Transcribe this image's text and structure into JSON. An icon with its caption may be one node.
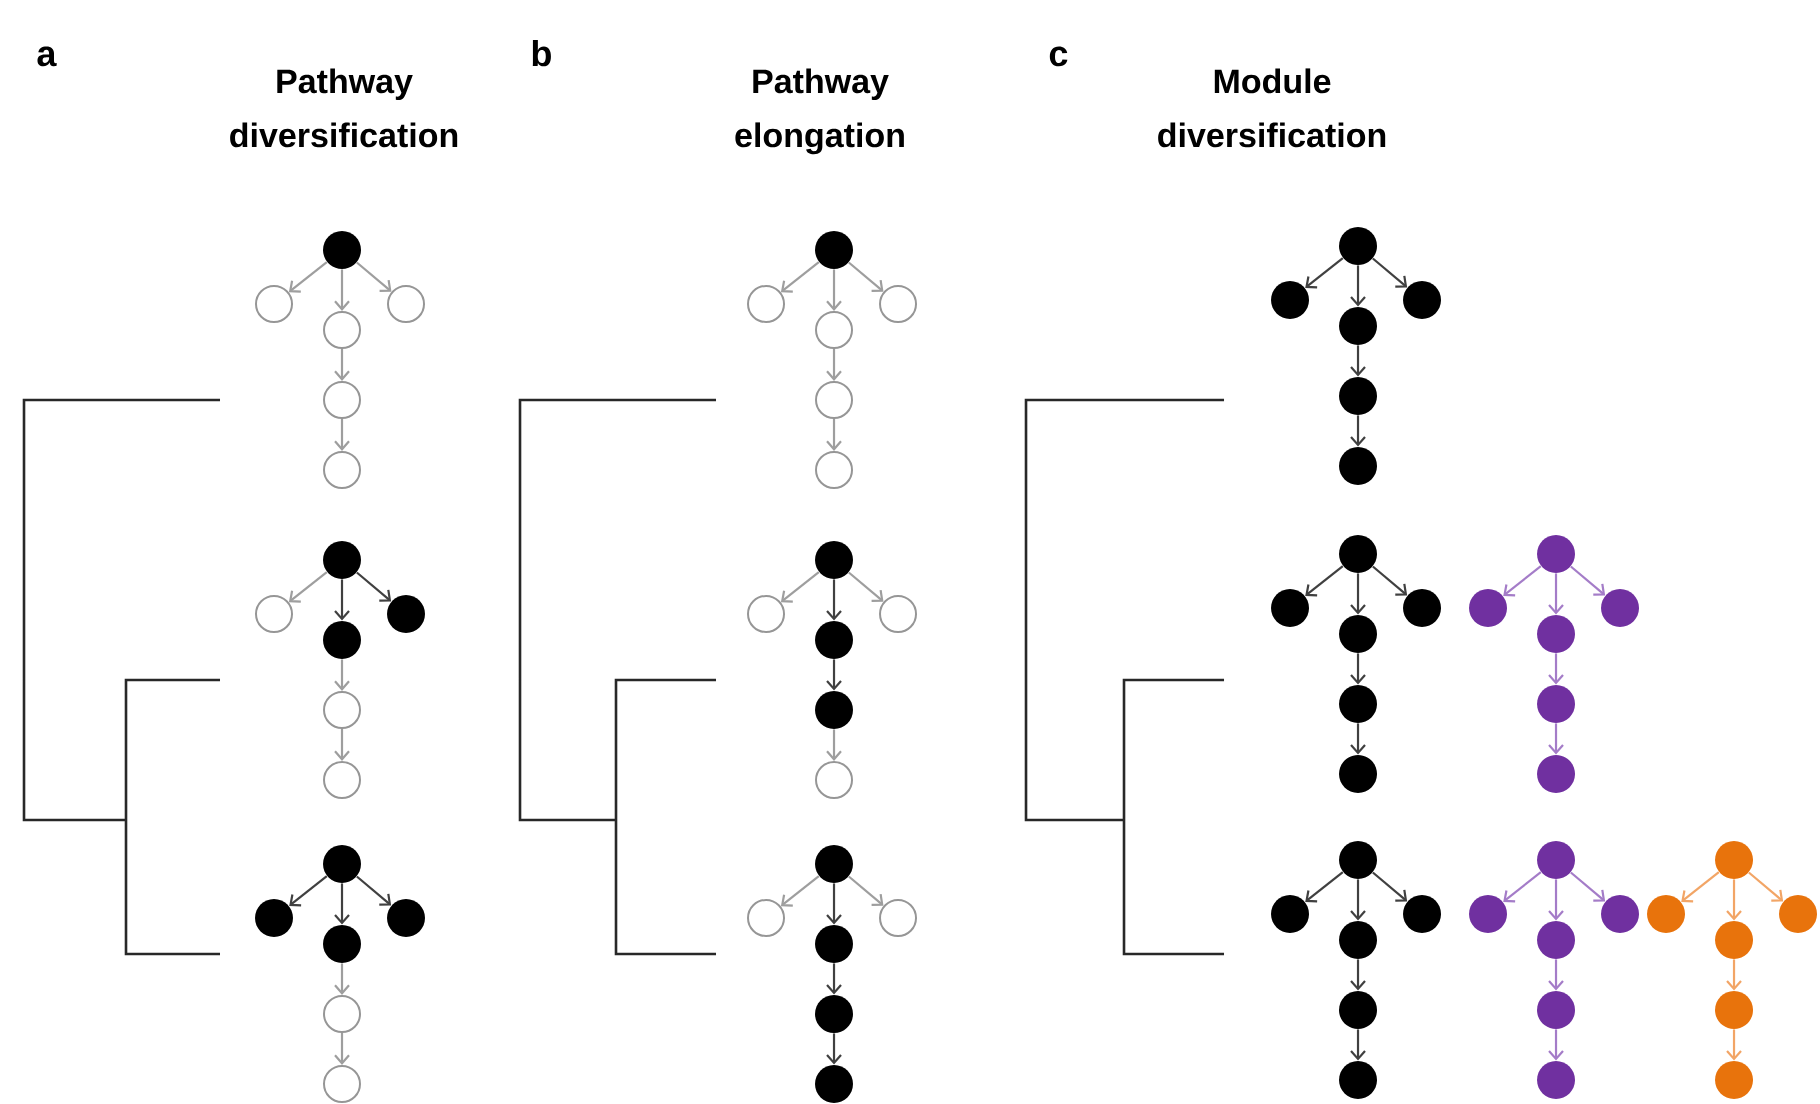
{
  "diagram": {
    "nodes": [
      {
        "text": [],
        "shape": "dot"
      },
      {
        "text": [],
        "shape": "circle"
      },
      {
        "text": [],
        "shape": "circle"
      },
      {
        "text": [],
        "shape": "circle"
      },
      {
        "text": [],
        "shape": "circle"
      },
      {
        "text": [],
        "shape": "circle"
      },
      {
        "text": [],
        "shape": "dot"
      },
      {
        "text": [],
        "shape": "circle"
      },
      {
        "text": [],
        "shape": "dot"
      },
      {
        "text": [],
        "shape": "dot"
      },
      {
        "text": [],
        "shape": "circle"
      },
      {
        "text": [],
        "shape": "circle"
      },
      {
        "text": [],
        "shape": "dot"
      },
      {
        "text": [],
        "shape": "dot"
      },
      {
        "text": [],
        "shape": "dot"
      },
      {
        "text": [],
        "shape": "dot"
      },
      {
        "text": [],
        "shape": "circle"
      },
      {
        "text": [],
        "shape": "circle"
      },
      {
        "text": [],
        "shape": "dot"
      },
      {
        "text": [],
        "shape": "circle"
      },
      {
        "text": [],
        "shape": "circle"
      },
      {
        "text": [],
        "shape": "circle"
      },
      {
        "text": [],
        "shape": "circle"
      },
      {
        "text": [],
        "shape": "circle"
      },
      {
        "text": [],
        "shape": "dot"
      },
      {
        "text": [],
        "shape": "circle"
      },
      {
        "text": [],
        "shape": "dot"
      },
      {
        "text": [],
        "shape": "circle"
      },
      {
        "text": [],
        "shape": "dot"
      },
      {
        "text": [],
        "shape": "circle"
      },
      {
        "text": [],
        "shape": "dot"
      },
      {
        "text": [],
        "shape": "circle"
      },
      {
        "text": [],
        "shape": "dot"
      },
      {
        "text": [],
        "shape": "circle"
      },
      {
        "text": [],
        "shape": "dot"
      },
      {
        "text": [],
        "shape": "dot"
      },
      {
        "text": [],
        "shape": "dot"
      },
      {
        "text": [],
        "shape": "dot"
      },
      {
        "text": [],
        "shape": "dot"
      },
      {
        "text": [],
        "shape": "dot"
      },
      {
        "text": [],
        "shape": "dot"
      },
      {
        "text": [],
        "shape": "dot"
      },
      {
        "text": [],
        "shape": "dot"
      },
      {
        "text": [],
        "shape": "dot"
      },
      {
        "text": [],
        "shape": "dot"
      },
      {
        "text": [],
        "shape": "dot"
      },
      {
        "text": [],
        "shape": "dot"
      },
      {
        "text": [],
        "shape": "dot"
      },
      {
        "text": [],
        "shape": "dot"
      },
      {
        "text": [],
        "shape": "dot"
      },
      {
        "text": [],
        "shape": "dot"
      },
      {
        "text": [],
        "shape": "dot"
      },
      {
        "text": [],
        "shape": "dot"
      },
      {
        "text": [],
        "shape": "dot"
      },
      {
        "text": [],
        "shape": "dot"
      },
      {
        "text": [],
        "shape": "dot"
      },
      {
        "text": [],
        "shape": "dot"
      },
      {
        "text": [],
        "shape": "dot"
      },
      {
        "text": [],
        "shape": "dot"
      },
      {
        "text": [],
        "shape": "dot"
      },
      {
        "text": [],
        "shape": "dot"
      },
      {
        "text": [],
        "shape": "dot"
      },
      {
        "text": [],
        "shape": "dot"
      },
      {
        "text": [],
        "shape": "dot"
      },
      {
        "text": [],
        "shape": "dot"
      },
      {
        "text": [],
        "shape": "dot"
      },
      {
        "text": [],
        "shape": "dot"
      },
      {
        "text": [],
        "shape": "dot"
      },
      {
        "text": [],
        "shape": "dot"
      },
      {
        "text": [],
        "shape": "dot"
      },
      {
        "text": [],
        "shape": "dot"
      },
      {
        "text": [],
        "shape": "dot"
      }
    ],
    "edges": [
      {
        "from": 0,
        "to": 1,
        "arrow": "to",
        "color": "#9e9e9e"
      },
      {
        "from": 0,
        "to": 2,
        "arrow": "to",
        "color": "#9e9e9e"
      },
      {
        "from": 0,
        "to": 3,
        "arrow": "to",
        "color": "#9e9e9e"
      },
      {
        "from": 2,
        "to": 4,
        "arrow": "to",
        "color": "#9e9e9e"
      },
      {
        "from": 4,
        "to": 5,
        "arrow": "to",
        "color": "#9e9e9e"
      },
      {
        "from": 6,
        "to": 7,
        "arrow": "to",
        "color": "#9e9e9e"
      },
      {
        "from": 6,
        "to": 8,
        "arrow": "to"
      },
      {
        "from": 6,
        "to": 9,
        "arrow": "to"
      },
      {
        "from": 8,
        "to": 10,
        "arrow": "to",
        "color": "#9e9e9e"
      },
      {
        "from": 10,
        "to": 11,
        "arrow": "to",
        "color": "#9e9e9e"
      },
      {
        "from": 12,
        "to": 13,
        "arrow": "to"
      },
      {
        "from": 12,
        "to": 14,
        "arrow": "to"
      },
      {
        "from": 12,
        "to": 15,
        "arrow": "to"
      },
      {
        "from": 14,
        "to": 16,
        "arrow": "to",
        "color": "#9e9e9e"
      },
      {
        "from": 16,
        "to": 17,
        "arrow": "to",
        "color": "#9e9e9e"
      },
      {
        "from": 18,
        "to": 19,
        "arrow": "to",
        "color": "#9e9e9e"
      },
      {
        "from": 18,
        "to": 20,
        "arrow": "to",
        "color": "#9e9e9e"
      },
      {
        "from": 18,
        "to": 21,
        "arrow": "to",
        "color": "#9e9e9e"
      },
      {
        "from": 20,
        "to": 22,
        "arrow": "to",
        "color": "#9e9e9e"
      },
      {
        "from": 22,
        "to": 23,
        "arrow": "to",
        "color": "#9e9e9e"
      },
      {
        "from": 24,
        "to": 25,
        "arrow": "to",
        "color": "#9e9e9e"
      },
      {
        "from": 24,
        "to": 26,
        "arrow": "to"
      },
      {
        "from": 24,
        "to": 27,
        "arrow": "to",
        "color": "#9e9e9e"
      },
      {
        "from": 26,
        "to": 28,
        "arrow": "to"
      },
      {
        "from": 28,
        "to": 29,
        "arrow": "to",
        "color": "#9e9e9e"
      },
      {
        "from": 30,
        "to": 31,
        "arrow": "to",
        "color": "#9e9e9e"
      },
      {
        "from": 30,
        "to": 32,
        "arrow": "to"
      },
      {
        "from": 30,
        "to": 33,
        "arrow": "to",
        "color": "#9e9e9e"
      },
      {
        "from": 32,
        "to": 34,
        "arrow": "to"
      },
      {
        "from": 34,
        "to": 35,
        "arrow": "to"
      },
      {
        "from": 36,
        "to": 37,
        "arrow": "to"
      },
      {
        "from": 36,
        "to": 38,
        "arrow": "to"
      },
      {
        "from": 36,
        "to": 39,
        "arrow": "to"
      },
      {
        "from": 38,
        "to": 40,
        "arrow": "to"
      },
      {
        "from": 40,
        "to": 41,
        "arrow": "to"
      },
      {
        "from": 42,
        "to": 43,
        "arrow": "to"
      },
      {
        "from": 42,
        "to": 44,
        "arrow": "to"
      },
      {
        "from": 42,
        "to": 45,
        "arrow": "to"
      },
      {
        "from": 44,
        "to": 46,
        "arrow": "to"
      },
      {
        "from": 46,
        "to": 47,
        "arrow": "to"
      },
      {
        "from": 48,
        "to": 49,
        "arrow": "to",
        "color": "#a47cc8"
      },
      {
        "from": 48,
        "to": 50,
        "arrow": "to",
        "color": "#a47cc8"
      },
      {
        "from": 48,
        "to": 51,
        "arrow": "to",
        "color": "#a47cc8"
      },
      {
        "from": 50,
        "to": 52,
        "arrow": "to",
        "color": "#a47cc8"
      },
      {
        "from": 52,
        "to": 53,
        "arrow": "to",
        "color": "#a47cc8"
      },
      {
        "from": 54,
        "to": 55,
        "arrow": "to"
      },
      {
        "from": 54,
        "to": 56,
        "arrow": "to"
      },
      {
        "from": 54,
        "to": 57,
        "arrow": "to"
      },
      {
        "from": 56,
        "to": 58,
        "arrow": "to"
      },
      {
        "from": 58,
        "to": 59,
        "arrow": "to"
      },
      {
        "from": 60,
        "to": 61,
        "arrow": "to",
        "color": "#a47cc8"
      },
      {
        "from": 60,
        "to": 62,
        "arrow": "to",
        "color": "#a47cc8"
      },
      {
        "from": 60,
        "to": 63,
        "arrow": "to",
        "color": "#a47cc8"
      },
      {
        "from": 62,
        "to": 64,
        "arrow": "to",
        "color": "#a47cc8"
      },
      {
        "from": 64,
        "to": 65,
        "arrow": "to",
        "color": "#a47cc8"
      },
      {
        "from": 66,
        "to": 67,
        "arrow": "to",
        "color": "#f2a566"
      },
      {
        "from": 66,
        "to": 68,
        "arrow": "to",
        "color": "#f2a566"
      },
      {
        "from": 66,
        "to": 69,
        "arrow": "to",
        "color": "#f2a566"
      },
      {
        "from": 68,
        "to": 70,
        "arrow": "to",
        "color": "#f2a566"
      },
      {
        "from": 70,
        "to": 71,
        "arrow": "to",
        "color": "#f2a566"
      }
    ],
    "labels": [
      "a",
      "Pathway diversification",
      "b",
      "Pathway elongation",
      "c",
      "Module diversification"
    ]
  }
}
